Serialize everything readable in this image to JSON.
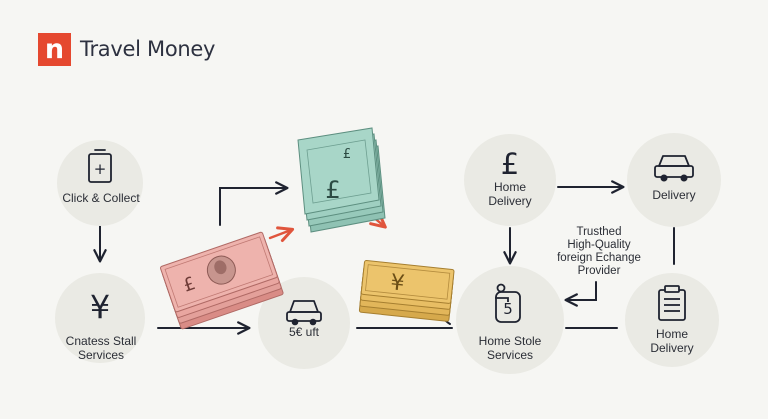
{
  "brand": {
    "logo_letter": "n",
    "name": "Travel Money",
    "accent": "#e5482f"
  },
  "colors": {
    "circle": "#eaeae4",
    "stroke": "#1f2330",
    "arrow_red": "#e0553c",
    "note_red": "#e5482f"
  },
  "nodes": [
    {
      "id": "click-collect",
      "icon": "battery-plus-icon",
      "label_lines": [
        "Click & Collect"
      ]
    },
    {
      "id": "cnatess-stall",
      "icon": "yen-icon",
      "label_lines": [
        "Cnatess Stall",
        "Services"
      ]
    },
    {
      "id": "euro-uft",
      "icon": "car-icon",
      "label_lines": [
        "5€ uft"
      ]
    },
    {
      "id": "home-delivery-top",
      "icon": "pound-icon",
      "label_lines": [
        "Home",
        "Delivery"
      ]
    },
    {
      "id": "delivery",
      "icon": "car-icon",
      "label_lines": [
        "Delivery"
      ]
    },
    {
      "id": "home-stole",
      "icon": "person-5-icon",
      "label_lines": [
        "Home Stole",
        "Services"
      ]
    },
    {
      "id": "home-delivery-bottom",
      "icon": "clipboard-icon",
      "label_lines": [
        "Home",
        "Delivery"
      ]
    }
  ],
  "note": {
    "lines": [
      "Trusthed",
      "High-Quality",
      "foreign Echange",
      "Provider"
    ]
  },
  "banknotes": [
    {
      "id": "pound-stack-pink",
      "symbol": "£",
      "color": "#e9a6a0"
    },
    {
      "id": "pound-stack-teal",
      "symbol": "£",
      "color": "#a3d3c4"
    },
    {
      "id": "yen-stack-yellow",
      "symbol": "¥",
      "color": "#ecc46c"
    }
  ],
  "icon_text": {
    "pound": "£",
    "yen": "¥",
    "plus": "+",
    "five": "5"
  }
}
